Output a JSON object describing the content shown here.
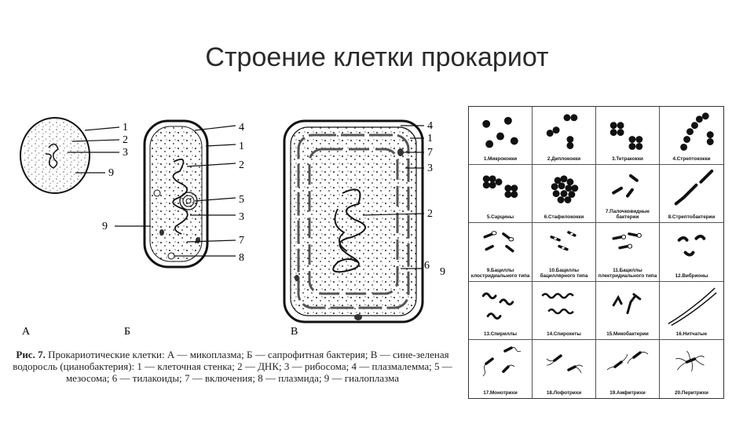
{
  "slide": {
    "title": "Строение клетки прокариот"
  },
  "figure": {
    "labels": {
      "a": [
        "1",
        "2",
        "3",
        "9"
      ],
      "b": [
        "4",
        "1",
        "2",
        "5",
        "3",
        "9",
        "7",
        "8"
      ],
      "c": [
        "4",
        "1",
        "7",
        "3",
        "2",
        "6",
        "9"
      ]
    },
    "panel_letters": [
      "А",
      "Б",
      "В"
    ],
    "caption": {
      "prefix": "Рис. 7.",
      "text": "Прокариотические клетки: А — микоплазма; Б — сапрофитная бактерия; В — сине-зеленая водоросль (цианобактерия): 1 — клеточная стенка; 2 — ДНК; 3 — рибосома; 4 — плазмалемма; 5 — мезосома; 6 — тилакоиды; 7 — включения; 8 — плазмида; 9 — гиалоплазма"
    }
  },
  "bacteria_table": {
    "cells": [
      "1.Микрококки",
      "2.Диплококки",
      "3.Тетракокки",
      "4.Стрептококки",
      "5.Сарцины",
      "6.Стафилококки",
      "7.Палочковидные бактерии",
      "8.Стрептобактерии",
      "9.Бациллы клостридиального типа",
      "10.Бациллы бациллярного типа",
      "11.Бациллы плектридиального типа",
      "12.Вибрионы",
      "13.Спириллы",
      "14.Спирохеты",
      "15.Микобактерии",
      "16.Нитчатые",
      "17.Монотрихи",
      "18.Лофотрихи",
      "19.Амфитрихи",
      "20.Перитрихи"
    ]
  },
  "colors": {
    "ink": "#1a1a1a",
    "stipple": "#333333"
  }
}
